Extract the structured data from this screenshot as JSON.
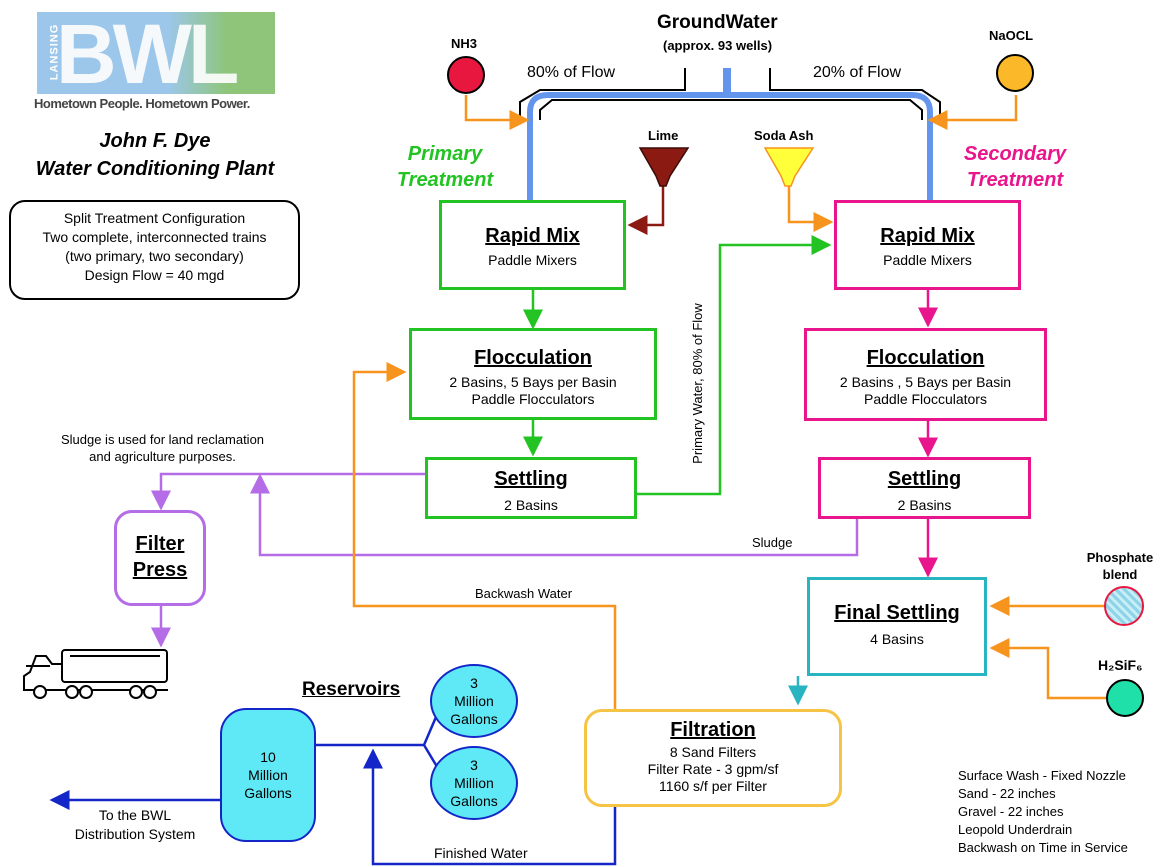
{
  "logo": {
    "main": "BWL",
    "side": "LANSING",
    "tagline": "Hometown People. Hometown Power."
  },
  "plant": {
    "name_line1": "John F. Dye",
    "name_line2": "Water Conditioning Plant"
  },
  "config": [
    "Split Treatment Configuration",
    "Two complete, interconnected trains",
    "(two primary,  two secondary)",
    "Design Flow = 40 mgd"
  ],
  "source": {
    "title": "GroundWater",
    "subtitle": "(approx. 93 wells)",
    "left_flow": "80% of Flow",
    "right_flow": "20%  of Flow"
  },
  "chemicals": {
    "nh3": "NH3",
    "naocl": "NaOCL",
    "lime": "Lime",
    "soda_ash": "Soda Ash",
    "phosphate": "Phosphate blend",
    "h2sif6": "H₂SiF₆"
  },
  "primary": {
    "label": "Primary Treatment",
    "rapid_mix": {
      "title": "Rapid Mix",
      "lines": [
        "Paddle Mixers"
      ]
    },
    "flocculation": {
      "title": "Flocculation",
      "lines": [
        "2 Basins, 5 Bays per Basin",
        "Paddle Flocculators"
      ]
    },
    "settling": {
      "title": "Settling",
      "lines": [
        "2 Basins"
      ]
    }
  },
  "secondary": {
    "label": "Secondary Treatment",
    "rapid_mix": {
      "title": "Rapid Mix",
      "lines": [
        "Paddle Mixers"
      ]
    },
    "flocculation": {
      "title": "Flocculation",
      "lines": [
        "2 Basins , 5 Bays per Basin",
        "Paddle Flocculators"
      ]
    },
    "settling": {
      "title": "Settling",
      "lines": [
        "2 Basins"
      ]
    }
  },
  "final_settling": {
    "title": "Final Settling",
    "lines": [
      "4 Basins"
    ]
  },
  "filtration": {
    "title": "Filtration",
    "lines": [
      "8 Sand Filters",
      "Filter Rate - 3 gpm/sf",
      "1160 s/f per Filter"
    ]
  },
  "filter_press": {
    "line1": "Filter",
    "line2": "Press"
  },
  "flow_labels": {
    "primary_water": "Primary Water, 80% of Flow",
    "sludge": "Sludge",
    "backwash": "Backwash Water",
    "finished": "Finished Water",
    "sludge_note": [
      "Sludge is used for land reclamation",
      "and agriculture purposes."
    ],
    "distribution": [
      "To the BWL",
      "Distribution System"
    ]
  },
  "reservoirs": {
    "title": "Reservoirs",
    "main": [
      "10",
      "Million",
      "Gallons"
    ],
    "upper": [
      "3",
      "Million",
      "Gallons"
    ],
    "lower": [
      "3",
      "Million",
      "Gallons"
    ]
  },
  "filter_notes": [
    "Surface Wash - Fixed Nozzle",
    "Sand - 22 inches",
    "Gravel - 22 inches",
    "Leopold Underdrain",
    "Backwash on Time in Service"
  ],
  "colors": {
    "primary_green": "#22c322",
    "secondary_pink": "#e8158c",
    "chemical_orange": "#f7941d",
    "sludge_purple": "#b46de6",
    "finished_blue": "#1426c8",
    "final_settling_teal": "#28b4c0",
    "filtration_yellow": "#f6c445",
    "groundwater_blue": "#6495ed"
  }
}
